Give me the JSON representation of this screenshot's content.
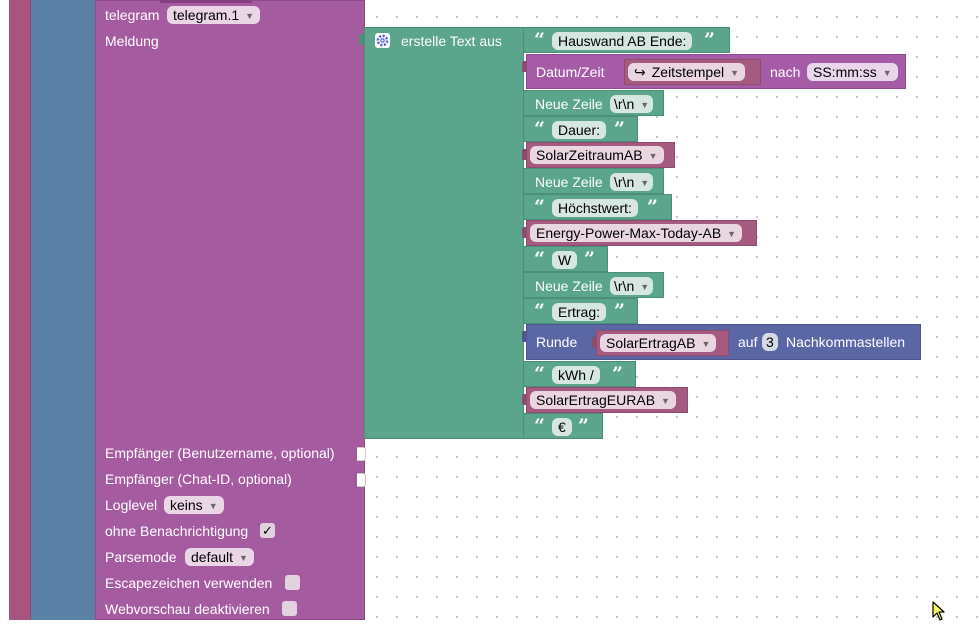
{
  "telegram": {
    "title": "telegram",
    "instance": "telegram.1",
    "message_label": "Meldung",
    "recipient_user_label": "Empfänger (Benutzername, optional)",
    "recipient_chat_label": "Empfänger (Chat-ID, optional)",
    "loglevel_label": "Loglevel",
    "loglevel_value": "keins",
    "no_notification_label": "ohne Benachrichtigung",
    "no_notification_checked": "✓",
    "parsemode_label": "Parsemode",
    "parsemode_value": "default",
    "escape_label": "Escapezeichen verwenden",
    "webpreview_label": "Webvorschau deaktivieren"
  },
  "text_join": {
    "label": "erstelle Text aus",
    "items": [
      {
        "kind": "text",
        "value": "Hauswand AB Ende:"
      },
      {
        "kind": "datetime",
        "label": "Datum/Zeit",
        "arg": "Zeitstempel",
        "mid": "nach",
        "format": "SS:mm:ss"
      },
      {
        "kind": "newline",
        "label": "Neue Zeile",
        "value": "\\r\\n"
      },
      {
        "kind": "text",
        "value": "Dauer:"
      },
      {
        "kind": "var",
        "value": "SolarZeitraumAB"
      },
      {
        "kind": "newline",
        "label": "Neue Zeile",
        "value": "\\r\\n"
      },
      {
        "kind": "text",
        "value": "Höchstwert:"
      },
      {
        "kind": "var",
        "value": "Energy-Power-Max-Today-AB"
      },
      {
        "kind": "text",
        "value": "W"
      },
      {
        "kind": "newline",
        "label": "Neue Zeile",
        "value": "\\r\\n"
      },
      {
        "kind": "text",
        "value": "Ertrag:"
      },
      {
        "kind": "round",
        "label": "Runde",
        "var": "SolarErtragAB",
        "mid": "auf",
        "digits": "3",
        "tail": "Nachkommastellen"
      },
      {
        "kind": "text",
        "value": "kWh /"
      },
      {
        "kind": "var",
        "value": "SolarErtragEURAB"
      },
      {
        "kind": "text",
        "value": "€"
      }
    ]
  },
  "quote_open": "“",
  "quote_close": "”",
  "colors": {
    "telegram_block": "#a55b9f",
    "text_block": "#5ba58c",
    "variable_block": "#a55b80",
    "datetime_block": "#a55ba5",
    "math_block": "#5b67a5",
    "outer_blue": "#5b80a5",
    "outer_pink": "#a5557e"
  },
  "icons": {
    "gear": "gear-icon",
    "arrow": "return-arrow-icon",
    "cursor": "mouse-cursor-icon"
  }
}
